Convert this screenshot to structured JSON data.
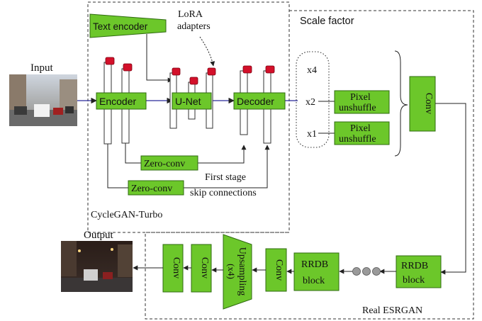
{
  "labels": {
    "input": "Input",
    "output": "Output",
    "lora": "LoRA",
    "adapters": "adapters",
    "scale_factor": "Scale factor",
    "x4": "x4",
    "x2": "x2",
    "x1": "x1",
    "first_stage": "First stage",
    "skip_connections": "skip connections",
    "cyclegan_turbo": "CycleGAN-Turbo",
    "real_esrgan": "Real ESRGAN"
  },
  "blocks": {
    "text_encoder": "Text encoder",
    "encoder": "Encoder",
    "unet": "U-Net",
    "decoder": "Decoder",
    "zero_conv": "Zero-conv",
    "pixel": "Pixel",
    "unshuffle": "unshuffle",
    "conv": "Conv",
    "rrdb": "RRDB",
    "block": "block",
    "upsampling": "Upsampling",
    "x4_factor": "(x4)"
  },
  "colors": {
    "block_fill": "#6cc72a",
    "adapter_red": "#d3102a"
  }
}
